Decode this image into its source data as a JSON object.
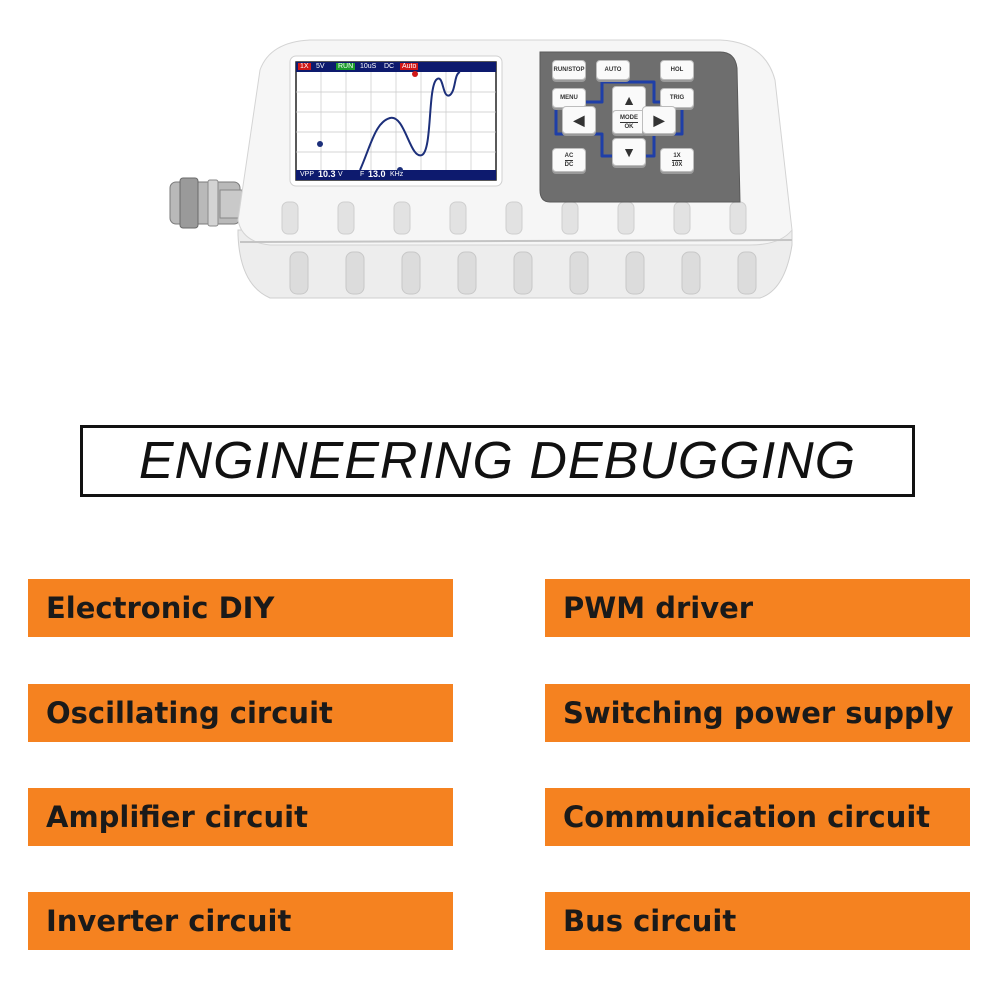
{
  "device": {
    "screen": {
      "top_left": "1X",
      "volts": "5V",
      "run": "RUN",
      "timebase": "10uS",
      "coupling": "DC",
      "mode": "Auto",
      "vpp_label": "VPP",
      "vpp_value": "10.3",
      "vpp_unit": "V",
      "freq_label": "F",
      "freq_value": "13.0",
      "freq_unit": "KHz"
    },
    "keys": {
      "run_stop": "RUN/STOP",
      "auto": "AUTO",
      "hol": "HOL",
      "menu": "MENU",
      "trig": "TRIG",
      "mode_ok_top": "MODE",
      "mode_ok_bottom": "OK",
      "ac_dc_top": "AC",
      "ac_dc_bottom": "DC",
      "x_top": "1X",
      "x_bottom": "10X",
      "arrow_up": "▲",
      "arrow_down": "▼",
      "arrow_left": "◀",
      "arrow_right": "▶",
      "arrow_up2": "▲",
      "arrow_right2": "▶"
    },
    "colors": {
      "body": "#f4f4f4",
      "keypad": "#6e6e6e",
      "dpad_outline": "#1f3fa8",
      "waveform": "#1c2f7a",
      "trigger_marker": "#d01818"
    }
  },
  "title": "ENGINEERING DEBUGGING",
  "applications": {
    "left": [
      "Electronic DIY",
      "Oscillating circuit",
      "Amplifier circuit",
      "Inverter circuit"
    ],
    "right": [
      "PWM driver",
      "Switching power supply",
      "Communication circuit",
      "Bus circuit"
    ],
    "color": "#f58220"
  }
}
